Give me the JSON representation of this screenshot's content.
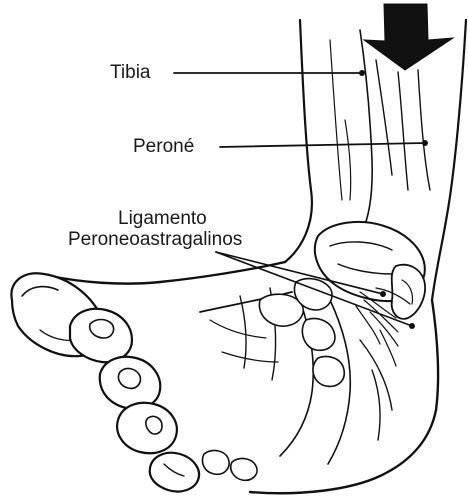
{
  "labels": {
    "tibia": "Tibia",
    "perone": "Peroné",
    "ligament_line1": "Ligamento",
    "ligament_line2": "Peroneoastragalinos"
  },
  "colors": {
    "ink": "#111111",
    "background": "#ffffff"
  }
}
